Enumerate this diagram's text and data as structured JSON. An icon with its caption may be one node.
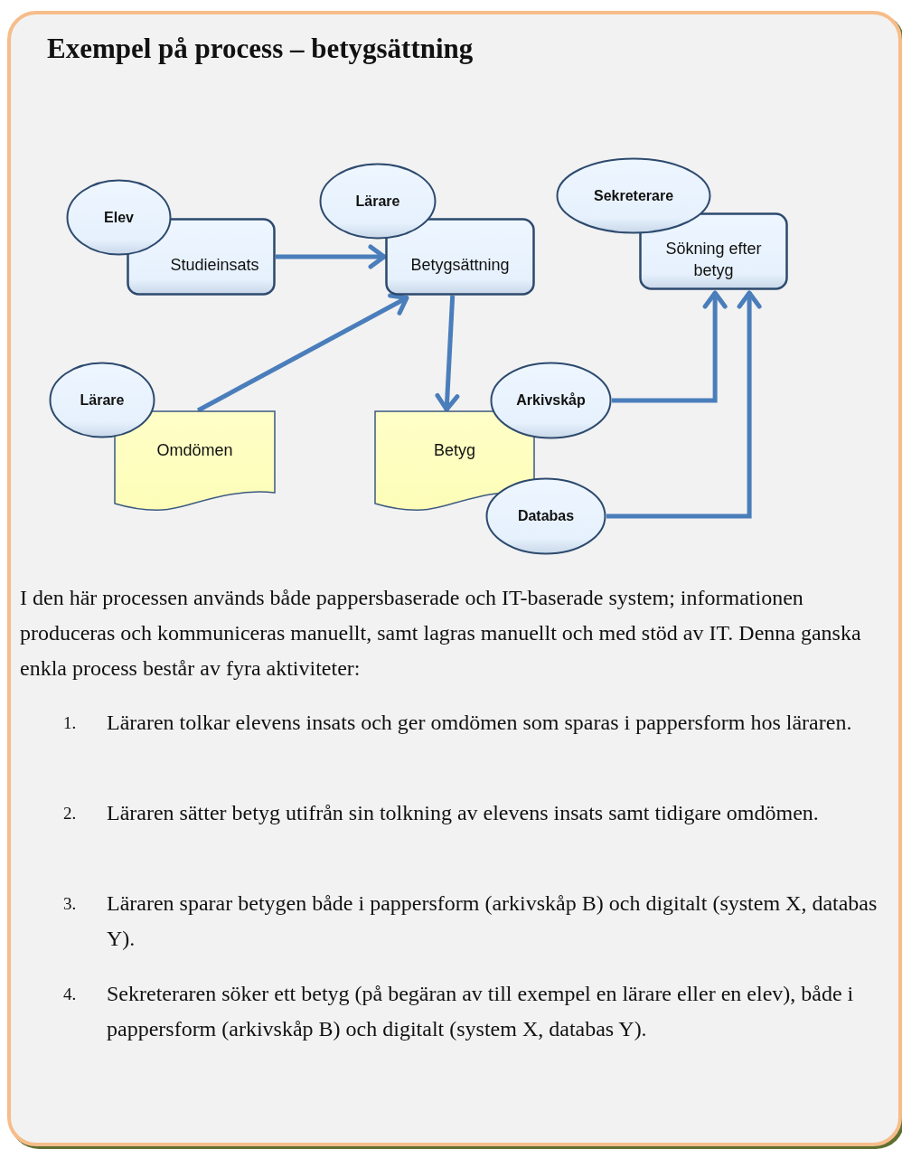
{
  "diagram": {
    "title": "Exempel på process – betygsättning",
    "nodes": [
      {
        "text": [
          "Elev"
        ]
      },
      {
        "text": [
          "Studieinsats"
        ]
      },
      {
        "text": [
          "Lärare"
        ]
      },
      {
        "text": [
          "Betygsättning"
        ]
      },
      {
        "text": [
          "Sekreterare"
        ]
      },
      {
        "text": [
          "Sökning efter betyg"
        ]
      },
      {
        "text": [
          "Lärare"
        ]
      },
      {
        "text": [
          "Omdömen"
        ]
      },
      {
        "text": [
          "Betyg"
        ]
      },
      {
        "text": [
          "Arkivskåp"
        ]
      },
      {
        "text": [
          "Databas"
        ]
      }
    ],
    "edges": [
      {
        "from": 1,
        "to": 3,
        "arrow": "to"
      },
      {
        "from": 7,
        "to": 3,
        "arrow": "to"
      },
      {
        "from": 3,
        "to": 8,
        "arrow": "to"
      },
      {
        "from": 9,
        "to": 5,
        "arrow": "to"
      },
      {
        "from": 10,
        "to": 5,
        "arrow": "to"
      }
    ],
    "labels": [
      "I den här processen används både pappersbaserade och IT-baserade system; informationen produceras och kommuniceras manuellt, samt lagras manuellt och med stöd av IT. Denna ganska enkla process består av fyra aktiviteter:",
      "1.",
      "Läraren tolkar elevens insats och ger omdömen som sparas i pappersform hos läraren.",
      "2.",
      "Läraren sätter betyg utifrån sin tolkning av elevens insats samt tidigare omdömen.",
      "3.",
      "Läraren sparar betygen både i pappersform (arkivskåp B) och digitalt (system X, databas Y).",
      "4.",
      "Sekreteraren söker ett betyg (på begäran av till exempel en lärare eller en elev), både i pappersform (arkivskåp B) och digitalt (system X, databas Y)."
    ]
  }
}
